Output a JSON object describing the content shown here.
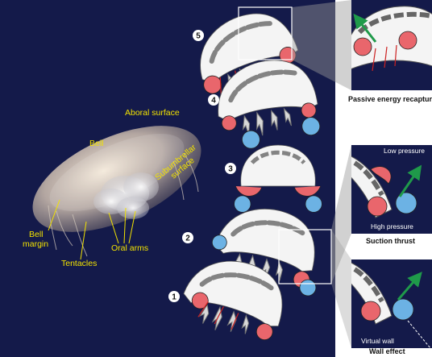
{
  "colors": {
    "background": "#141a4a",
    "panel_bg": "#ffffff",
    "label_yellow": "#f2e200",
    "high_pressure": "#e9666c",
    "low_pressure": "#6cb2e4",
    "thrust_arrow": "#1f9a4a",
    "bell_fill": "#f4f4f4"
  },
  "photo": {
    "labels": {
      "aboral_surface": "Aboral surface",
      "bell": "Bell",
      "subumbrellar_surface": "Subumbrellar\nsurface",
      "bell_margin": "Bell\nmargin",
      "tentacles": "Tentacles",
      "oral_arms": "Oral arms"
    }
  },
  "stages": [
    {
      "number": "1"
    },
    {
      "number": "2"
    },
    {
      "number": "3"
    },
    {
      "number": "4"
    },
    {
      "number": "5"
    }
  ],
  "insets": {
    "passive": {
      "caption": "Passive energy recapture"
    },
    "suction": {
      "caption": "Suction thrust",
      "low_label": "Low pressure",
      "high_label": "High pressure"
    },
    "wall": {
      "caption": "Wall effect",
      "virtual_wall_label": "Virtual wall"
    }
  }
}
